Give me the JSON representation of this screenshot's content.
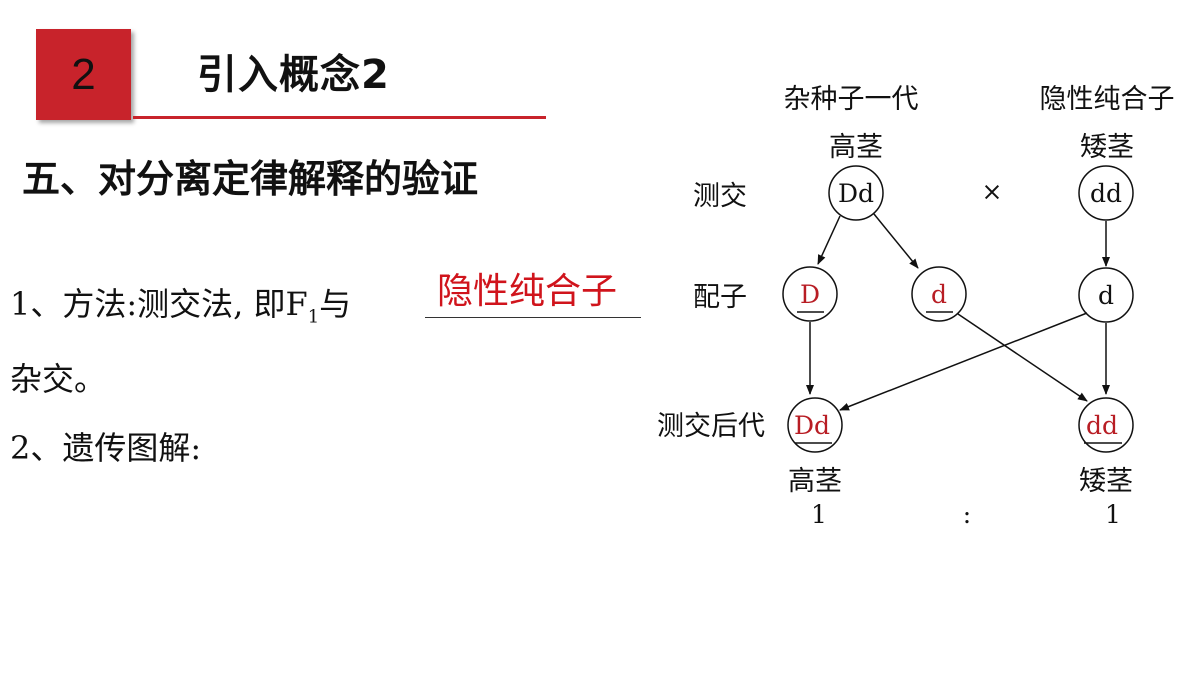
{
  "header": {
    "badge_number": "2",
    "title": "引入概念2"
  },
  "section_title": "五、对分离定律解释的验证",
  "method": {
    "prefix": "1、方法:测交法, 即F",
    "subscript": "1",
    "suffix": "与",
    "answer": "隐性纯合子",
    "continuation": "杂交。"
  },
  "item2": "2、遗传图解:",
  "diagram": {
    "parent_left_title": "杂种子一代",
    "parent_right_title": "隐性纯合子",
    "parent_left_phenotype": "高茎",
    "parent_right_phenotype": "矮茎",
    "row_label_testcross": "测交",
    "row_label_gametes": "配子",
    "row_label_offspring": "测交后代",
    "parent_left_genotype": "Dd",
    "parent_right_genotype": "dd",
    "cross_symbol": "×",
    "gamete_1": "D",
    "gamete_2": "d",
    "gamete_3": "d",
    "offspring_left": "Dd",
    "offspring_right": "dd",
    "offspring_left_phenotype": "高茎",
    "offspring_right_phenotype": "矮茎",
    "ratio_left": "1",
    "ratio_sep": ":",
    "ratio_right": "1",
    "highlight_color": "#b81d24",
    "accent_color": "#c8232b"
  }
}
